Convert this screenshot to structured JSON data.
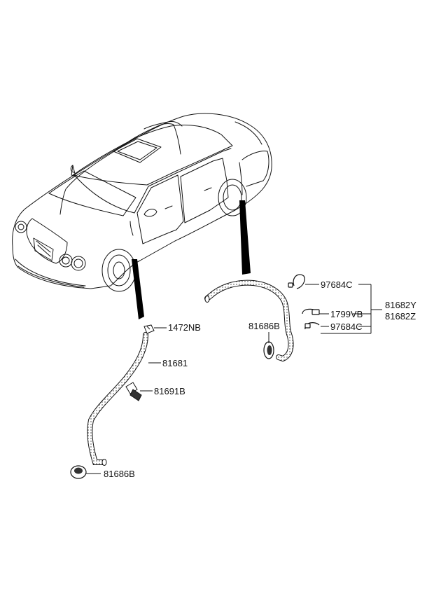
{
  "diagram": {
    "parts": [
      {
        "id": "p-1472nb",
        "label": "1472NB"
      },
      {
        "id": "p-81681",
        "label": "81681"
      },
      {
        "id": "p-81691b",
        "label": "81691B"
      },
      {
        "id": "p-81686b-left",
        "label": "81686B"
      },
      {
        "id": "p-81686b-right",
        "label": "81686B"
      },
      {
        "id": "p-97684c-top",
        "label": "97684C"
      },
      {
        "id": "p-1799vb",
        "label": "1799VB"
      },
      {
        "id": "p-97684c-bottom",
        "label": "97684C"
      },
      {
        "id": "p-81682y",
        "label": "81682Y"
      },
      {
        "id": "p-81682z",
        "label": "81682Z"
      }
    ]
  },
  "colors": {
    "line": "#111111",
    "hose": "#ffffff",
    "fill_black": "#000000"
  }
}
